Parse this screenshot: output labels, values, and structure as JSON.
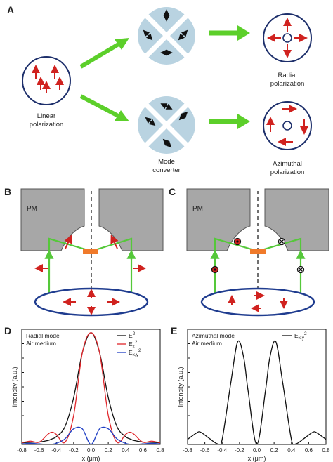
{
  "panel_a": {
    "letter": "A",
    "labels": {
      "linear_line1": "Linear",
      "linear_line2": "polarization",
      "mode_line1": "Mode",
      "mode_line2": "converter",
      "radial_line1": "Radial",
      "radial_line2": "polarization",
      "azimuthal_line1": "Azimuthal",
      "azimuthal_line2": "polarization"
    }
  },
  "panel_b": {
    "letter": "B",
    "pm_label": "PM"
  },
  "panel_c": {
    "letter": "C",
    "pm_label": "PM"
  },
  "colors": {
    "arrow_red": "#d0221f",
    "beam_green": "#55c83a",
    "big_arrow_green": "#5ccf2a",
    "pm_gray": "#a7a7a7",
    "ring_blue": "#1f3c8f",
    "converter_blue": "#b9d3e1",
    "sample_orange": "#f07a2a"
  },
  "chart_data": [
    {
      "panel": "D",
      "type": "line",
      "annotation_line1": "Radial mode",
      "annotation_line2": "Air medium",
      "xlabel": "x (μm)",
      "ylabel": "Intensity (a.u.)",
      "xlim": [
        -0.8,
        0.8
      ],
      "ylim": [
        0,
        1.03
      ],
      "xticks": [
        "-0.8",
        "-0.6",
        "-0.4",
        "-0.2",
        "0.0",
        "0.2",
        "0.4",
        "0.6",
        "0.8"
      ],
      "x": [
        -0.8,
        -0.7,
        -0.6,
        -0.5,
        -0.45,
        -0.4,
        -0.3,
        -0.2,
        -0.1,
        0.0,
        0.1,
        0.2,
        0.3,
        0.4,
        0.45,
        0.5,
        0.6,
        0.7,
        0.8
      ],
      "legend_position": "top-right",
      "series": [
        {
          "name": "E²",
          "name_base": "E",
          "name_sup": "2",
          "name_sub": "",
          "color": "#111111",
          "values": [
            0.015,
            0.02,
            0.022,
            0.035,
            0.05,
            0.07,
            0.16,
            0.42,
            0.82,
            1.0,
            0.82,
            0.42,
            0.16,
            0.07,
            0.05,
            0.035,
            0.022,
            0.02,
            0.015
          ]
        },
        {
          "name": "Ez²",
          "name_base": "E",
          "name_sup": "2",
          "name_sub": "z",
          "color": "#e0262b",
          "values": [
            0.015,
            0.03,
            0.02,
            0.09,
            0.11,
            0.09,
            0.02,
            0.26,
            0.82,
            1.0,
            0.82,
            0.26,
            0.02,
            0.09,
            0.11,
            0.09,
            0.02,
            0.03,
            0.015
          ]
        },
        {
          "name": "Ex,y²",
          "name_base": "E",
          "name_sup": "2",
          "name_sub": "x,y",
          "color": "#1f3fc4",
          "values": [
            0.005,
            0.01,
            0.005,
            0.0,
            0.002,
            0.01,
            0.05,
            0.14,
            0.14,
            0.0,
            0.14,
            0.14,
            0.05,
            0.01,
            0.002,
            0.0,
            0.005,
            0.01,
            0.005
          ]
        }
      ]
    },
    {
      "panel": "E",
      "type": "line",
      "annotation_line1": "Azimuthal mode",
      "annotation_line2": "Air medium",
      "xlabel": "x (μm)",
      "ylabel": "Intensity (a.u.)",
      "xlim": [
        -0.8,
        0.8
      ],
      "ylim": [
        0,
        1.12
      ],
      "xticks": [
        "-0.8",
        "-0.6",
        "-0.4",
        "-0.2",
        "0.0",
        "0.2",
        "0.4",
        "0.6",
        "0.8"
      ],
      "x": [
        -0.8,
        -0.7,
        -0.65,
        -0.55,
        -0.45,
        -0.4,
        -0.3,
        -0.22,
        -0.15,
        -0.1,
        0.0,
        0.1,
        0.15,
        0.22,
        0.3,
        0.4,
        0.45,
        0.55,
        0.65,
        0.7,
        0.8
      ],
      "legend_position": "top-right",
      "series": [
        {
          "name": "Ex,y²",
          "name_base": "E",
          "name_sup": "2",
          "name_sub": "x,y",
          "color": "#111111",
          "values": [
            0.05,
            0.11,
            0.12,
            0.06,
            0.005,
            0.05,
            0.6,
            1.0,
            0.84,
            0.52,
            0.0,
            0.52,
            0.84,
            1.0,
            0.6,
            0.05,
            0.005,
            0.06,
            0.12,
            0.11,
            0.05
          ]
        }
      ]
    }
  ]
}
